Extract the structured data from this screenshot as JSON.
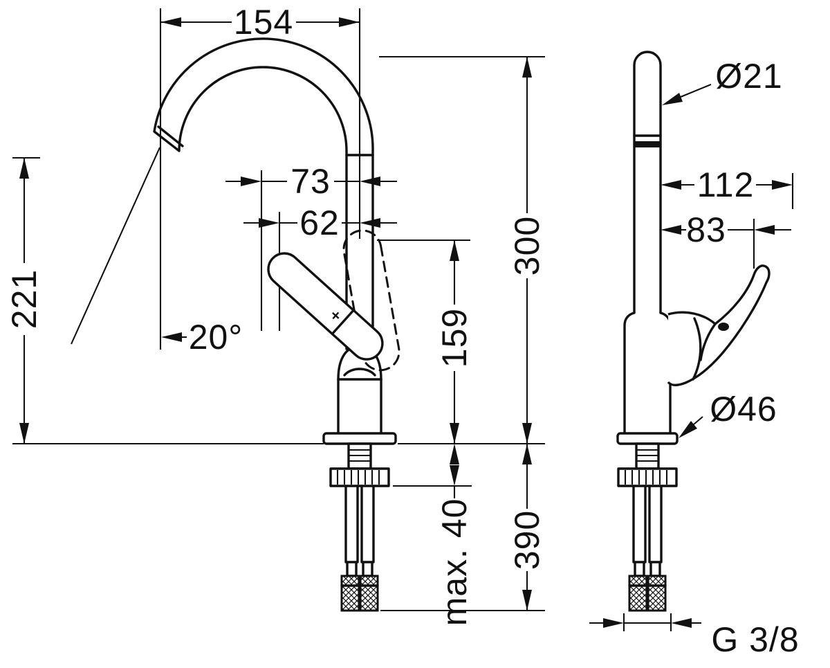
{
  "drawing": {
    "type": "technical-dimension-drawing",
    "subject": "single-lever basin mixer faucet, side view and front view",
    "line_color": "#111111",
    "background": "#ffffff"
  },
  "dimensions": {
    "spout_reach": "154",
    "outlet_height": "221",
    "outlet_angle": "20°",
    "handle_swing_max": "73",
    "handle_swing": "62",
    "handle_height": "159",
    "spout_height": "300",
    "hose_length": "390",
    "max_counter_thickness": "max. 40",
    "spout_diameter": "Ø21",
    "handle_reach": "112",
    "handle_grip_reach": "83",
    "base_diameter": "Ø46",
    "connection_thread": "G 3/8"
  }
}
